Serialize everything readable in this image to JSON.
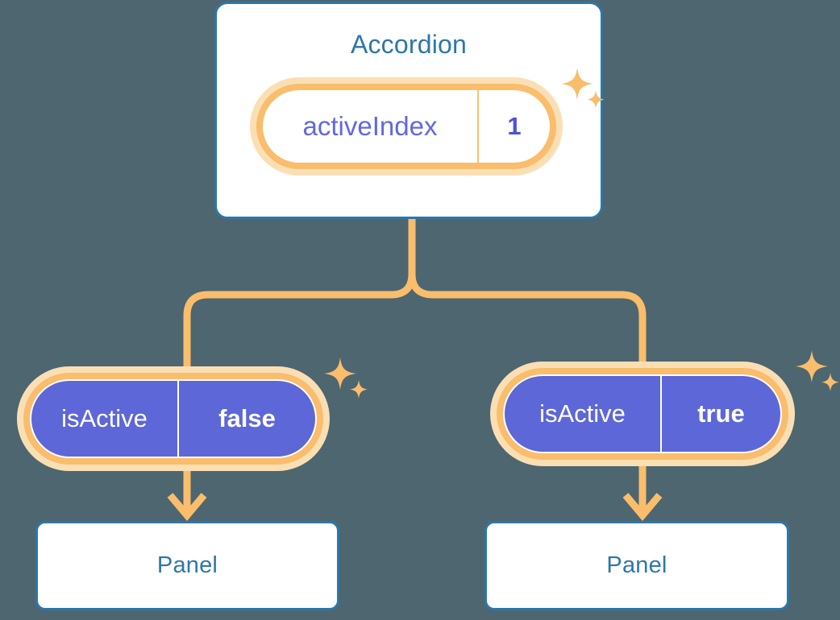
{
  "diagram": {
    "title_node": {
      "label": "Accordion",
      "state": {
        "key": "activeIndex",
        "value": "1"
      }
    },
    "children": [
      {
        "state": {
          "key": "isActive",
          "value": "false"
        },
        "leaf": {
          "label": "Panel"
        }
      },
      {
        "state": {
          "key": "isActive",
          "value": "true"
        },
        "leaf": {
          "label": "Panel"
        }
      }
    ],
    "icons": {
      "sparkle": "sparkle-icon",
      "arrow_down": "arrow-down-icon"
    },
    "colors": {
      "background": "#4d6670",
      "card_border": "#2d77a8",
      "card_title_text": "#2d77a8",
      "state_ring_outer": "#fbdfb4",
      "state_ring_inner": "#f9bd6c",
      "state_body_root": "#ffffff",
      "state_body_child": "#5d67d8",
      "state_key_text_root": "#6268e0",
      "state_value_text_root": "#4c52d8",
      "state_text_child": "#ffffff",
      "connector": "#f9bd6c"
    }
  }
}
